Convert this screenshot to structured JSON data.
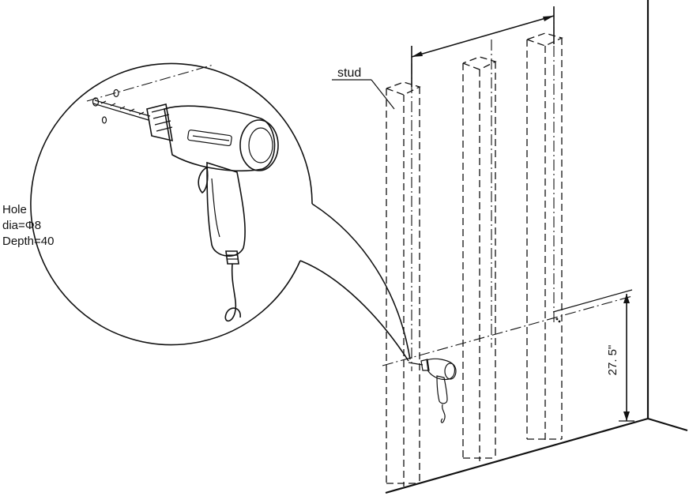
{
  "labels": {
    "stud": "stud",
    "hole_line1": "Hole",
    "hole_line2": "dia=Φ8",
    "hole_line3": "Depth=40",
    "height_dimension": "27. 5\""
  },
  "colors": {
    "ink": "#111111",
    "background": "#ffffff",
    "drill_fill": "#ffffff"
  },
  "icons": {
    "drill_large": "power-drill-icon",
    "drill_small": "power-drill-icon"
  }
}
